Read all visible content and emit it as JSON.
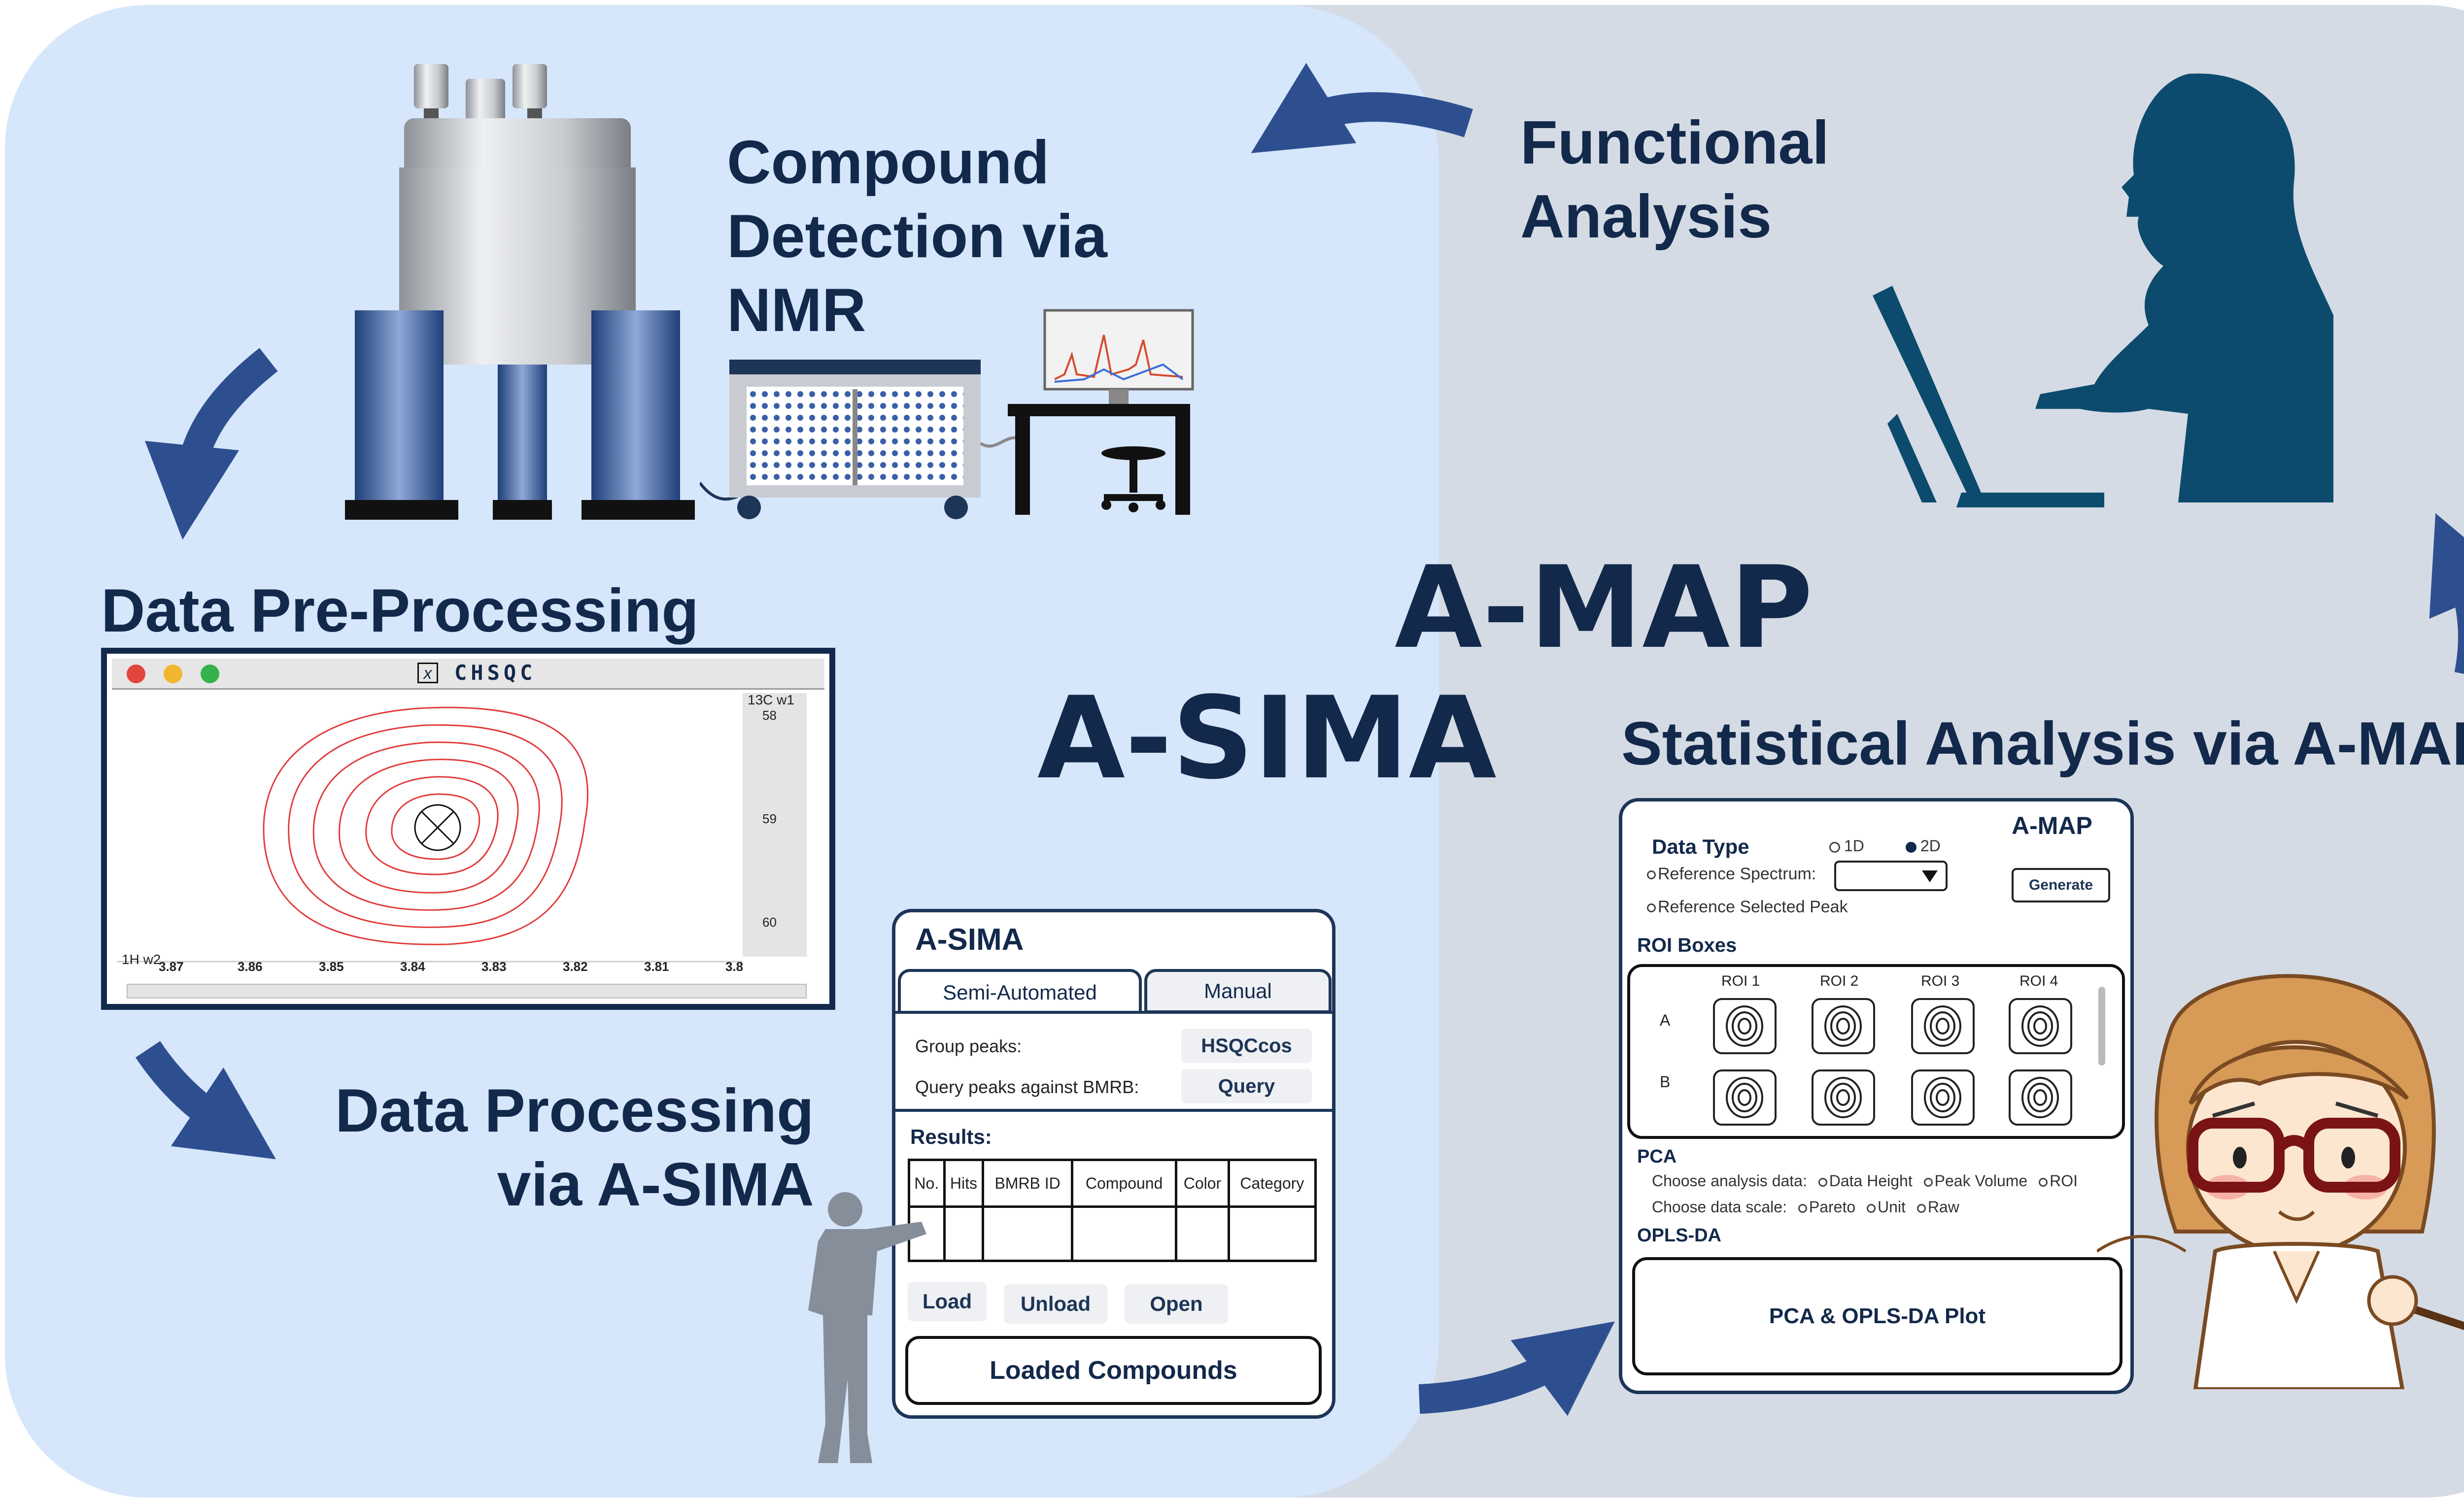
{
  "colors": {
    "navy": "#13294b",
    "arrow": "#2e4f8f",
    "left_bg": "#d6e6fb",
    "right_bg": "#d4dbe4"
  },
  "labels": {
    "compound_detection": [
      "Compound",
      "Detection via",
      "NMR"
    ],
    "functional_analysis": [
      "Functional",
      "Analysis"
    ],
    "data_preprocessing": "Data Pre-Processing",
    "data_processing": [
      "Data Processing",
      "via A-SIMA"
    ],
    "statistical_analysis": "Statistical Analysis via A-MAP",
    "amap_logo": "A-MAP",
    "asima_logo": "A-SIMA"
  },
  "hsqc": {
    "title": "CHSQC",
    "y_axis_label": "13C w1",
    "x_axis_label": "1H w2",
    "x_ticks": [
      "3.87",
      "3.86",
      "3.85",
      "3.84",
      "3.83",
      "3.82",
      "3.81",
      "3.8"
    ],
    "y_ticks": [
      "58",
      "59",
      "60"
    ]
  },
  "asima_panel": {
    "title": "A-SIMA",
    "tabs": [
      "Semi-Automated",
      "Manual"
    ],
    "group_peaks_label": "Group peaks:",
    "group_peaks_button": "HSQCcos",
    "query_label": "Query peaks against BMRB:",
    "query_button": "Query",
    "results_label": "Results:",
    "columns": [
      "No.",
      "Hits",
      "BMRB ID",
      "Compound",
      "Color",
      "Category"
    ],
    "buttons": [
      "Load",
      "Unload",
      "Open"
    ],
    "loaded_compounds": "Loaded Compounds"
  },
  "amap_panel": {
    "title": "A-MAP",
    "data_type_label": "Data Type",
    "data_type_options": [
      "1D",
      "2D"
    ],
    "reference_spectrum_label": "Reference Spectrum:",
    "reference_selected_peak": "Reference Selected Peak",
    "generate_button": "Generate",
    "roi_boxes_label": "ROI Boxes",
    "roi_columns": [
      "ROI 1",
      "ROI 2",
      "ROI 3",
      "ROI 4"
    ],
    "roi_rows": [
      "A",
      "B"
    ],
    "pca_label": "PCA",
    "analysis_data_label": "Choose analysis data:",
    "analysis_data_options": [
      "Data Height",
      "Peak Volume",
      "ROI"
    ],
    "data_scale_label": "Choose data scale:",
    "data_scale_options": [
      "Pareto",
      "Unit",
      "Raw"
    ],
    "oplsda_label": "OPLS-DA",
    "plot_label": "PCA & OPLS-DA Plot"
  }
}
